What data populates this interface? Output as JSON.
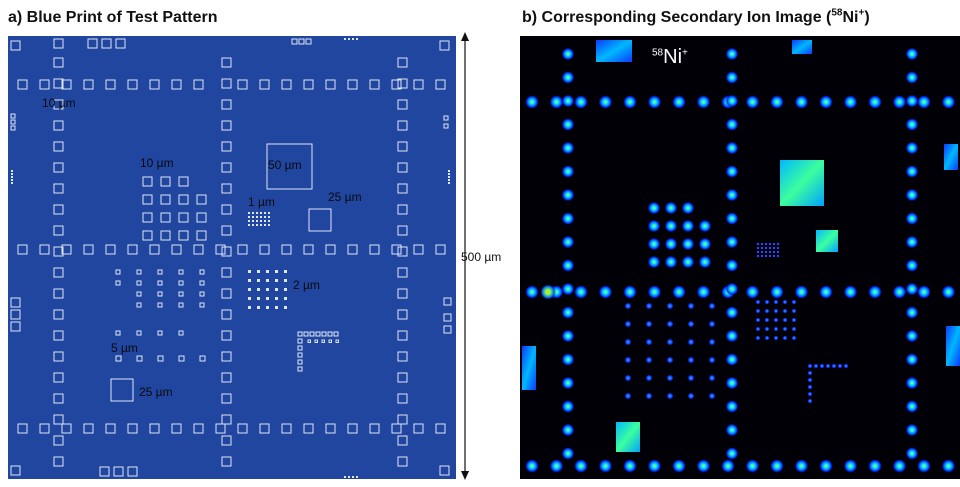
{
  "panel_a": {
    "title": "a) Blue Print of Test Pattern",
    "labels": {
      "l10_top": "10 µm",
      "l10_mid": "10 µm",
      "l50": "50 µm",
      "l25_right": "25 µm",
      "l1": "1 µm",
      "l2": "2 µm",
      "l5": "5 µm",
      "l25_bottom": "25 µm"
    }
  },
  "scale": {
    "label": "500 µm"
  },
  "panel_b": {
    "title_prefix": "b) Corresponding Secondary Ion Image (",
    "title_isotope_mass": "58",
    "title_element": "Ni",
    "title_charge": "+",
    "title_suffix": ")",
    "image_mass": "58",
    "image_element": "Ni",
    "image_charge": "+"
  },
  "colors": {
    "blueprint_bg": "#2046a0",
    "pattern_line": "#dfe6f5",
    "ion_bg": "#000006",
    "ion_low": "#0a2cff",
    "ion_mid": "#00c8ff",
    "ion_high": "#3cff6e",
    "ion_hot": "#ffd000"
  }
}
